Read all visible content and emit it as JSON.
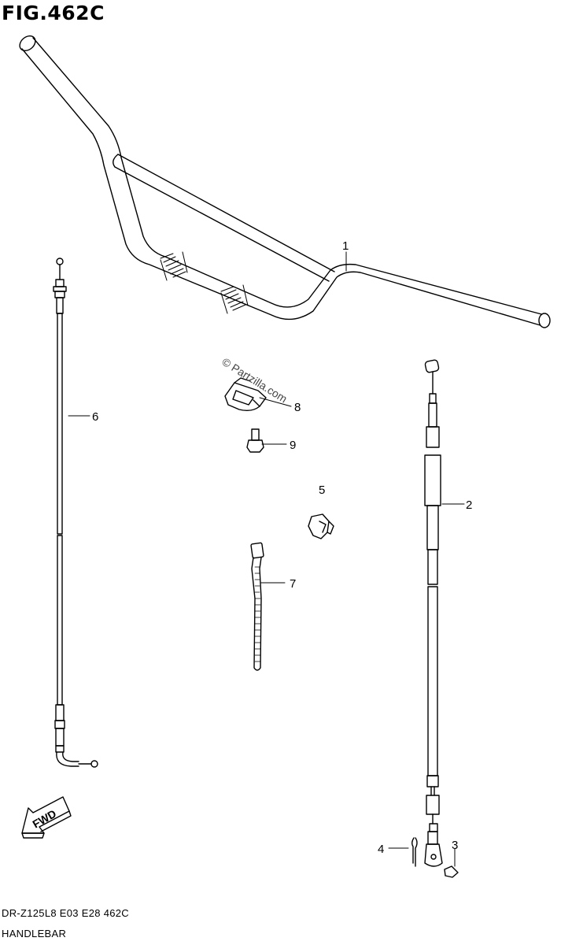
{
  "figure": {
    "title": "FIG.462C",
    "code": "DR-Z125L8  E03  E28  462C",
    "name": "HANDLEBAR"
  },
  "watermark": "© Partzilla.com",
  "fwd_label": "FWD",
  "callouts": [
    {
      "id": "1",
      "label": "1"
    },
    {
      "id": "2",
      "label": "2"
    },
    {
      "id": "3",
      "label": "3"
    },
    {
      "id": "4",
      "label": "4"
    },
    {
      "id": "5",
      "label": "5"
    },
    {
      "id": "6",
      "label": "6"
    },
    {
      "id": "7",
      "label": "7"
    },
    {
      "id": "8",
      "label": "8"
    },
    {
      "id": "9",
      "label": "9"
    }
  ],
  "colors": {
    "line": "#000000",
    "background": "#ffffff",
    "watermark": "#444444"
  }
}
